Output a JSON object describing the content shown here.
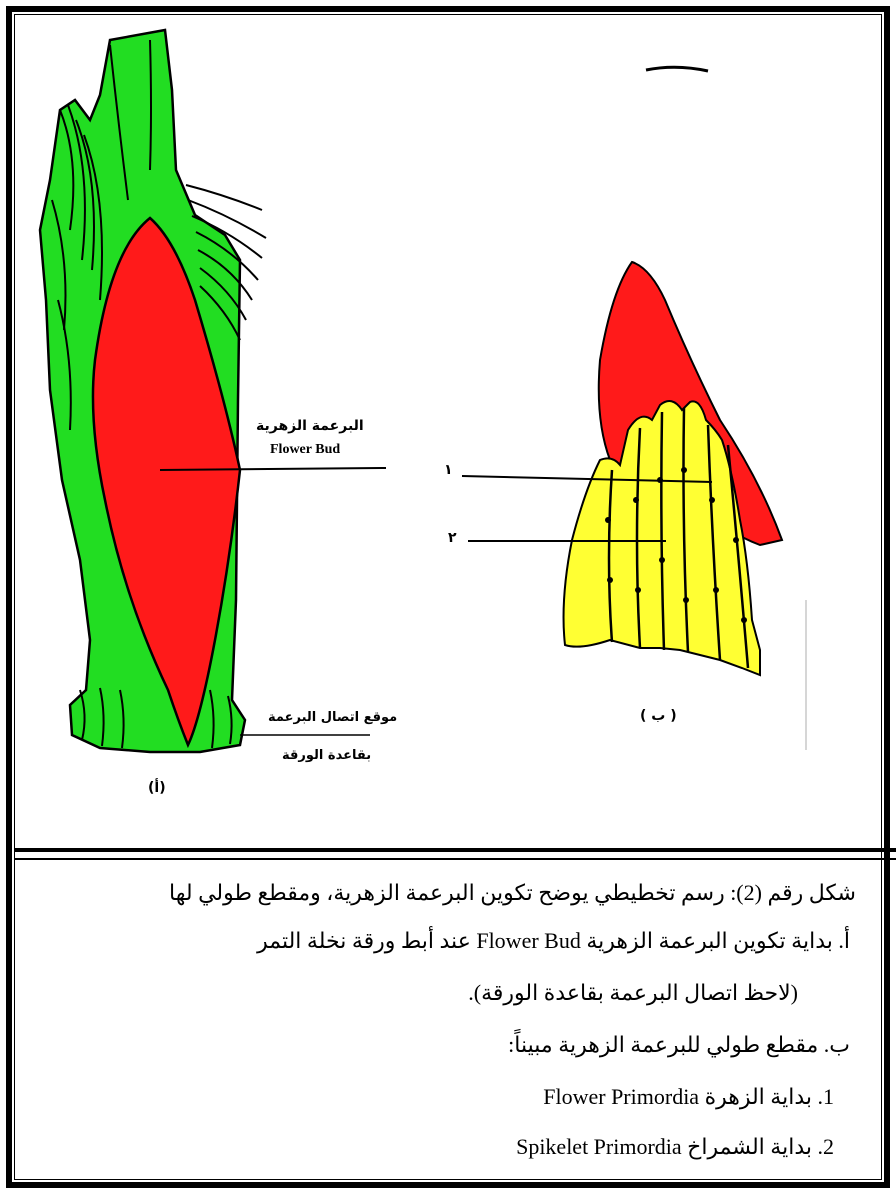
{
  "figure": {
    "flower_bud_ar": "البرعمة الزهرية",
    "flower_bud_en": "Flower Bud",
    "attach_line1": "موقع اتصال البرعمة",
    "attach_line2": "بقاعدة الورقة",
    "label_a": "(أ)",
    "label_b": "( ب )",
    "pointer_1": "١",
    "pointer_2": "٢"
  },
  "caption": {
    "title": "شكل رقم (2): رسم تخطيطي يوضح تكوين البرعمة الزهرية، ومقطع طولي لها",
    "item_a": "أ.    بداية تكوين البرعمة الزهرية Flower Bud عند أبط ورقة نخلة التمر",
    "item_a_cont": "(لاحظ اتصال البرعمة بقاعدة الورقة).",
    "item_b": "ب.   مقطع طولي للبرعمة الزهرية مبيناً:",
    "item_1": "1.  بداية الزهرة Flower Primordia",
    "item_2": "2.  بداية الشمراخ Spikelet Primordia"
  },
  "colors": {
    "green": "#22dd22",
    "red": "#ff1a1a",
    "yellow": "#ffff33"
  }
}
